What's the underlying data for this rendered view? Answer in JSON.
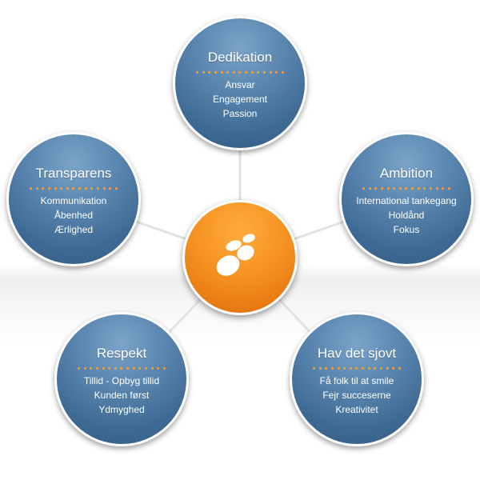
{
  "colors": {
    "node_fill": "#4a77a2",
    "center_fill": "#f69322",
    "dot_accent": "#f7a030",
    "connector": "#e0e0e0"
  },
  "center": {
    "icon": "company-logo-icon"
  },
  "nodes": [
    {
      "title": "Dedikation",
      "items": [
        "Ansvar",
        "Engagement",
        "Passion"
      ]
    },
    {
      "title": "Transparens",
      "items": [
        "Kommunikation",
        "Åbenhed",
        "Ærlighed"
      ]
    },
    {
      "title": "Ambition",
      "items": [
        "International tankegang",
        "Holdånd",
        "Fokus"
      ]
    },
    {
      "title": "Respekt",
      "items": [
        "Tillid - Opbyg tillid",
        "Kunden først",
        "Ydmyghed"
      ]
    },
    {
      "title": "Hav det sjovt",
      "items": [
        "Få folk til at smile",
        "Fejr succeserne",
        "Kreativitet"
      ]
    }
  ]
}
